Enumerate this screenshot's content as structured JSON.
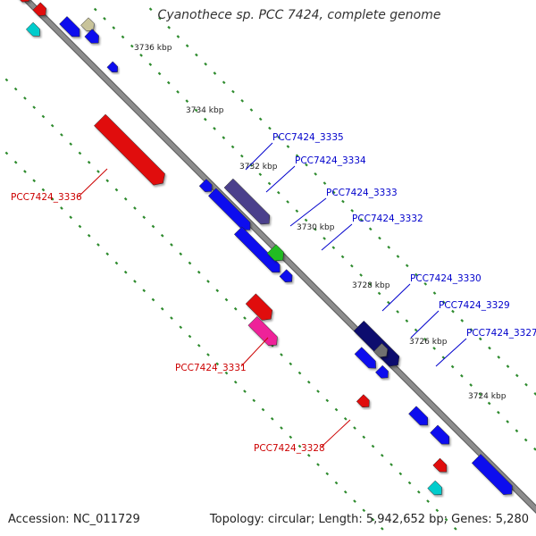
{
  "title": "Cyanothece sp. PCC 7424, complete genome",
  "footer": {
    "accession": "Accession: NC_011729",
    "summary": "Topology: circular; Length: 5,942,652 bp; Genes: 5,280"
  },
  "colors": {
    "backbone": "#8c8c8c",
    "tick": "#2e8b2e",
    "label_forward": "#0000cc",
    "label_reverse": "#cc0000"
  },
  "scale": {
    "unit": "kbp",
    "ticks": [
      {
        "label": "3736 kbp"
      },
      {
        "label": "3734 kbp"
      },
      {
        "label": "3732 kbp"
      },
      {
        "label": "3730 kbp"
      },
      {
        "label": "3728 kbp"
      },
      {
        "label": "3726 kbp"
      },
      {
        "label": "3724 kbp"
      }
    ]
  },
  "gene_labels": [
    {
      "id": "PCC7424_3335",
      "strand": "forward"
    },
    {
      "id": "PCC7424_3334",
      "strand": "forward"
    },
    {
      "id": "PCC7424_3333",
      "strand": "forward"
    },
    {
      "id": "PCC7424_3332",
      "strand": "forward"
    },
    {
      "id": "PCC7424_3330",
      "strand": "forward"
    },
    {
      "id": "PCC7424_3329",
      "strand": "forward"
    },
    {
      "id": "PCC7424_3327",
      "strand": "forward"
    },
    {
      "id": "PCC7424_3336",
      "strand": "reverse"
    },
    {
      "id": "PCC7424_3331",
      "strand": "reverse"
    },
    {
      "id": "PCC7424_3328",
      "strand": "reverse"
    }
  ]
}
